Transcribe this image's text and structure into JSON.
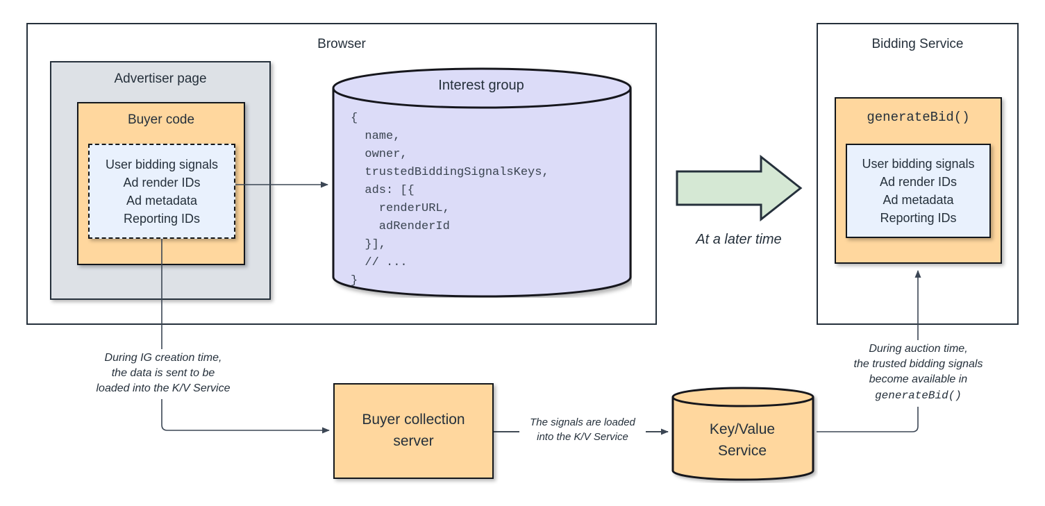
{
  "diagram": {
    "browser": {
      "title": "Browser",
      "advertiser_page": {
        "title": "Advertiser page",
        "buyer_code": {
          "title": "Buyer code",
          "signals_box": {
            "lines": "User bidding signals\nAd render IDs\nAd metadata\nReporting IDs"
          }
        }
      },
      "interest_group": {
        "title": "Interest group",
        "code": "{\n  name,\n  owner,\n  trustedBiddingSignalsKeys,\n  ads: [{\n    renderURL,\n    adRenderId\n  }],\n  // ...\n}"
      }
    },
    "transition": {
      "caption": "At a later time",
      "arrow_icon": "block-arrow-right-icon"
    },
    "bidding_service": {
      "title": "Bidding Service",
      "generate_bid": {
        "title": "generateBid()",
        "signals_box": {
          "lines": "User bidding signals\nAd render IDs\nAd metadata\nReporting IDs"
        }
      }
    },
    "buyer_collection_server": {
      "title": "Buyer collection\nserver"
    },
    "key_value_service": {
      "title": "Key/Value\nService"
    },
    "notes": {
      "ig_creation": "During IG creation time,\nthe data is sent to be\nloaded into the K/V Service",
      "signals_loaded": "The signals are loaded\ninto the K/V Service",
      "auction_time_line1": "During auction time,",
      "auction_time_line2": "the trusted bidding signals",
      "auction_time_line3": "become available in",
      "auction_time_line4": "generateBid()"
    }
  },
  "colors": {
    "stroke": "#25303b",
    "orange_fill": "#ffd79e",
    "gray_fill": "#dde1e6",
    "lightblue_fill": "#e9f1fd",
    "lavender_fill": "#dcdcf8",
    "green_fill": "#d5e8d4",
    "white": "#ffffff"
  }
}
